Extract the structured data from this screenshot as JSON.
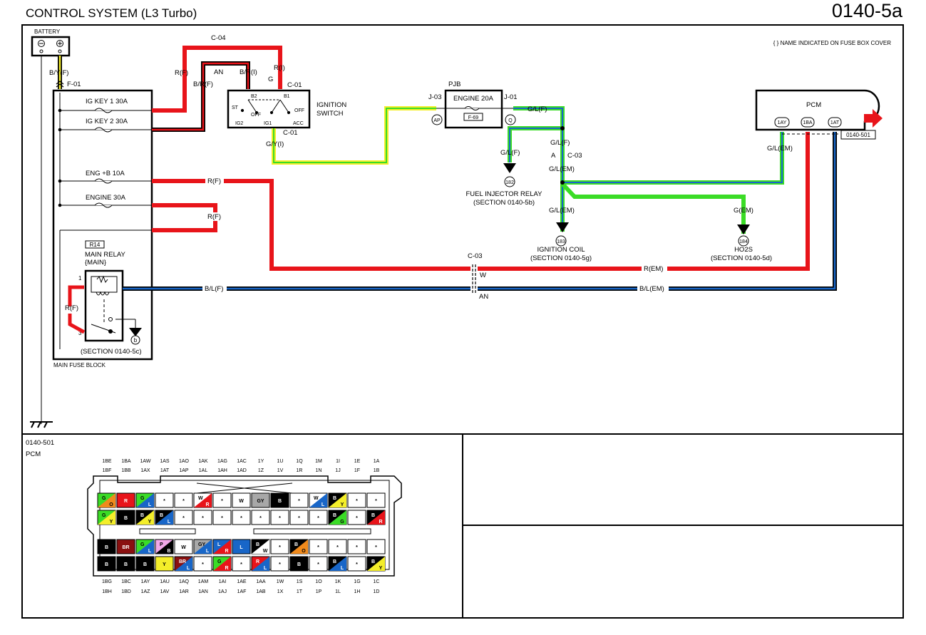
{
  "header": {
    "title": "CONTROL SYSTEM (L3 Turbo)",
    "page": "0140-5a"
  },
  "notes": {
    "fuse_box_cover": "{ } NAME INDICATED ON FUSE BOX COVER"
  },
  "colors": {
    "red": "#e8141a",
    "black": "#000000",
    "blue": "#1866c8",
    "green": "#3bdc26",
    "yellow": "#f4ee2a",
    "lime": "#d4ee2a"
  },
  "battery": {
    "label": "BATTERY",
    "wire": "B/Y(F)",
    "connector": "F-01"
  },
  "fuse_block": {
    "label": "MAIN FUSE BLOCK",
    "fuses": [
      "IG KEY 1 30A",
      "IG KEY 2 30A",
      "ENG +B 10A",
      "ENGINE 30A"
    ]
  },
  "main_relay": {
    "code": "R14",
    "name": "MAIN RELAY",
    "sub": "{MAIN}",
    "pin1": "1",
    "pin3": "3",
    "wire": "R(F)",
    "ground_ref": "b",
    "section": "(SECTION 0140-5c)"
  },
  "ignition_switch": {
    "label": [
      "IGNITION",
      "SWITCH"
    ],
    "connector_top": "C-01",
    "connector_bottom": "C-01",
    "terminals": [
      "B2",
      "B1",
      "ST",
      "OFF",
      "OFF",
      "IG2",
      "IG1",
      "ACC"
    ],
    "output_wire": "G/Y(I)",
    "splice_wire": "G"
  },
  "c04": {
    "label": "C-04",
    "wires": [
      "R(F)",
      "AN",
      "B/R(I)",
      "R(I)",
      "B/R(F)"
    ]
  },
  "pjb": {
    "label": "PJB",
    "fuse": "ENGINE 20A",
    "fuse_box": "F-69",
    "conn_in": "J-03",
    "conn_out": "J-01",
    "node_in": "AP",
    "node_out": "Q"
  },
  "wires": {
    "gl_f": "G/L(F)",
    "gl_em": "G/L(EM)",
    "g_em": "G(EM)",
    "r_f": "R(F)",
    "r_em": "R(EM)",
    "bl_f": "B/L(F)",
    "bl_em": "B/L(EM)",
    "c03": "C-03",
    "c03_pin": "A",
    "w": "W",
    "an": "AN"
  },
  "refs": [
    {
      "num": "182",
      "label": "FUEL INJECTOR RELAY",
      "section": "(SECTION 0140-5b)"
    },
    {
      "num": "183",
      "label": "IGNITION COIL",
      "section": "(SECTION 0140-5g)"
    },
    {
      "num": "184",
      "label": "HO2S",
      "section": "(SECTION 0140-5d)"
    }
  ],
  "pcm": {
    "label": "PCM",
    "pins": [
      "1AY",
      "1BA",
      "1AT"
    ],
    "connector": "0140-501"
  },
  "connector_view": {
    "code": "0140-501",
    "name": "PCM",
    "top_row1": [
      "1BE",
      "1BA",
      "1AW",
      "1AS",
      "1AO",
      "1AK",
      "1AG",
      "1AC",
      "1Y",
      "1U",
      "1Q",
      "1M",
      "1I",
      "1E",
      "1A"
    ],
    "top_row2": [
      "1BF",
      "1BB",
      "1AX",
      "1AT",
      "1AP",
      "1AL",
      "1AH",
      "1AD",
      "1Z",
      "1V",
      "1R",
      "1N",
      "1J",
      "1F",
      "1B"
    ],
    "bot_row1": [
      "1BG",
      "1BC",
      "1AY",
      "1AU",
      "1AQ",
      "1AM",
      "1AI",
      "1AE",
      "1AA",
      "1W",
      "1S",
      "1O",
      "1K",
      "1G",
      "1C"
    ],
    "bot_row2": [
      "1BH",
      "1BD",
      "1AZ",
      "1AV",
      "1AR",
      "1AN",
      "1AJ",
      "1AF",
      "1AB",
      "1X",
      "1T",
      "1P",
      "1L",
      "1H",
      "1D"
    ],
    "upper_a": [
      {
        "t": "G",
        "b": "O",
        "c1": "#3bdc26",
        "c2": "#f08a1c"
      },
      {
        "t": "R",
        "c": "#e8141a"
      },
      {
        "t": "G",
        "b": "L",
        "c1": "#3bdc26",
        "c2": "#1866c8"
      },
      {
        "t": "*"
      },
      {
        "t": "*"
      },
      {
        "t": "W",
        "b": "R",
        "c1": "#ffffff",
        "c2": "#e8141a"
      },
      {
        "t": "*"
      },
      {
        "t": "W"
      },
      {
        "t": "GY",
        "c": "#a8a8a8"
      },
      {
        "t": "B",
        "c": "#000000"
      },
      {
        "t": "*"
      },
      {
        "t": "W",
        "b": "L",
        "c1": "#ffffff",
        "c2": "#1866c8"
      },
      {
        "t": "B",
        "b": "Y",
        "c1": "#000000",
        "c2": "#f4ee2a"
      },
      {
        "t": "*"
      },
      {
        "t": "*"
      }
    ],
    "upper_b": [
      {
        "t": "G",
        "b": "Y",
        "c1": "#3bdc26",
        "c2": "#f4ee2a"
      },
      {
        "t": "B",
        "c": "#000000"
      },
      {
        "t": "B",
        "b": "Y",
        "c1": "#000000",
        "c2": "#f4ee2a"
      },
      {
        "t": "B",
        "b": "L",
        "c1": "#000000",
        "c2": "#1866c8"
      },
      {
        "t": "*"
      },
      {
        "t": "*"
      },
      {
        "t": "*"
      },
      {
        "t": "*"
      },
      {
        "t": "*"
      },
      {
        "t": "*"
      },
      {
        "t": "*"
      },
      {
        "t": "*"
      },
      {
        "t": "B",
        "b": "G",
        "c1": "#000000",
        "c2": "#3bdc26"
      },
      {
        "t": "*"
      },
      {
        "t": "B",
        "b": "R",
        "c1": "#000000",
        "c2": "#e8141a"
      }
    ],
    "lower_a": [
      {
        "t": "B",
        "c": "#000000"
      },
      {
        "t": "BR",
        "c": "#8a1010"
      },
      {
        "t": "G",
        "b": "L",
        "c1": "#3bdc26",
        "c2": "#1866c8"
      },
      {
        "t": "P",
        "b": "B",
        "c1": "#f2a8e8",
        "c2": "#000000"
      },
      {
        "t": "W"
      },
      {
        "t": "GY",
        "b": "L",
        "c1": "#a8a8a8",
        "c2": "#1866c8"
      },
      {
        "t": "L",
        "b": "R",
        "c1": "#1866c8",
        "c2": "#e8141a"
      },
      {
        "t": "L",
        "c": "#1866c8"
      },
      {
        "t": "B",
        "b": "W",
        "c1": "#000000",
        "c2": "#ffffff"
      },
      {
        "t": "*"
      },
      {
        "t": "B",
        "b": "O",
        "c1": "#000000",
        "c2": "#f08a1c"
      },
      {
        "t": "*"
      },
      {
        "t": "*"
      },
      {
        "t": "*"
      },
      {
        "t": "*"
      }
    ],
    "lower_b": [
      {
        "t": "B",
        "c": "#000000"
      },
      {
        "t": "B",
        "c": "#000000"
      },
      {
        "t": "B",
        "c": "#000000"
      },
      {
        "t": "Y",
        "c": "#f4ee2a"
      },
      {
        "t": "BR",
        "b": "L",
        "c1": "#8a1010",
        "c2": "#1866c8"
      },
      {
        "t": "*"
      },
      {
        "t": "G",
        "b": "R",
        "c1": "#3bdc26",
        "c2": "#e8141a"
      },
      {
        "t": "*"
      },
      {
        "t": "R",
        "b": "L",
        "c1": "#e8141a",
        "c2": "#1866c8"
      },
      {
        "t": "*"
      },
      {
        "t": "B",
        "c": "#000000"
      },
      {
        "t": "*"
      },
      {
        "t": "B",
        "b": "L",
        "c1": "#000000",
        "c2": "#1866c8"
      },
      {
        "t": "*"
      },
      {
        "t": "B",
        "b": "Y",
        "c1": "#000000",
        "c2": "#f4ee2a"
      }
    ]
  }
}
